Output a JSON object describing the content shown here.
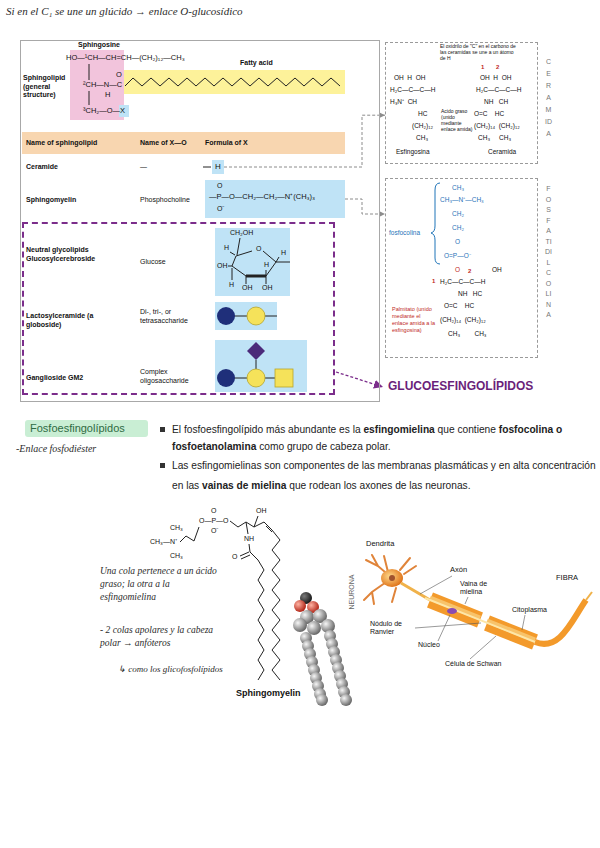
{
  "diagram": {
    "nodes": [
      {
        "text": [
          "Sphingolipid (general structure)"
        ]
      },
      {
        "text": [
          "Name of sphingolipid",
          "Name of X—O",
          "Formula of X"
        ],
        "in": 0
      },
      {
        "text": [
          "H"
        ],
        "in": 0
      },
      {
        "text": [
          "O",
          "—P—O—CH₂—CH₂—N⁺(CH₃)₃",
          "O⁻"
        ],
        "in": 0
      },
      {
        "text": [
          "Neutral glycolipids Glucosylcerebroside",
          "Glucose",
          "Lactosylceramide (a globoside)",
          "Di-, tri-, or tetrasaccharide",
          "Ganglioside GM2",
          "Complex oligosaccharide"
        ],
        "in": 0
      },
      {
        "text": [
          "CH₂OH",
          "O",
          "H",
          "H",
          "OH",
          "H",
          "OH",
          "H",
          "OH"
        ],
        "in": 4
      },
      {
        "text": [
          "CERAMIDA",
          "El oxidrilo de \"C\" en el carbono de las ceramidas se une a un átomo de H",
          "1",
          "2",
          "OH  H  OH",
          "H₂C—C—C—H",
          "H₃N⁺  CH",
          "HC",
          "(CH₂)₁₂",
          "CH₃",
          "Esfingosina",
          "Acido graso (unido mediante enlace amida)",
          "OH  H  OH",
          "H₂C—C—C—H",
          "NH   CH",
          "O=C    HC",
          "(CH₂)₁₄  (CH₂)₁₂",
          "CH₃     CH₃",
          "Ceramida"
        ]
      },
      {
        "text": [
          "FOSFATIDILCOLINA",
          "CH₃",
          "CH₃—N⁺—CH₃",
          "CH₂",
          "CH₂",
          "fosfocolina",
          "O",
          "O=P—O⁻",
          "O",
          "1",
          "2",
          "OH",
          "H₂C—C—C—H",
          "NH   HC",
          "O=C    HC",
          "(CH₂)₁₄  (CH₂)₁₂",
          "CH₃        CH₃",
          "Palmitato (unido mediante el enlace amida a la esfingosina)"
        ]
      },
      {
        "text": [
          "Fosfoesfingolípidos"
        ]
      }
    ],
    "edges": [
      {
        "from": 2,
        "to": 6,
        "arrow": "to"
      },
      {
        "from": 3,
        "to": 7,
        "arrow": "to"
      }
    ],
    "labels": [
      "Si en el C₁ se une un glúcido → enlace O-glucosídico",
      "Sphingosine",
      "Fatty acid",
      "HO—¹CH—CH=CH—(CH₂)₁₂—CH₃",
      "O",
      "²CH—N—C",
      "H",
      "³CH₂—O—X",
      "Ceramide",
      "—",
      "Sphingomyelin",
      "Phosphocholine",
      "GLUCOESFINGOLÍPIDOS",
      "-Enlace fosfodiéster",
      "El fosfoesfingolípido más abundante es la",
      "esfingomielina",
      "que contiene",
      "fosfocolina o fosfoetanolamina",
      "como grupo de cabeza polar.",
      "Las esfingomielinas son componentes de las membranas plasmáticas y en alta concentración en las",
      "vainas de mielina",
      "que rodean los axones de las neuronas.",
      "CH₃",
      "CH₃—N⁺",
      "CH₃",
      "O",
      "O—P—O",
      "O⁻",
      "NH",
      "OH",
      "O",
      "Una cola pertenece a un ácido graso; la otra a la esfingomielina",
      "- 2 colas apolares y la cabeza polar → anfóteros",
      "↳ como los glicofosfolípidos",
      "Sphingomyelin",
      "Dendrita",
      "Axón",
      "FIBRA",
      "NEURONA",
      "Vaina de mielina",
      "Citoplasma",
      "Nódulo de Ranvier",
      "Núcleo",
      "Célula de Schwan"
    ]
  }
}
